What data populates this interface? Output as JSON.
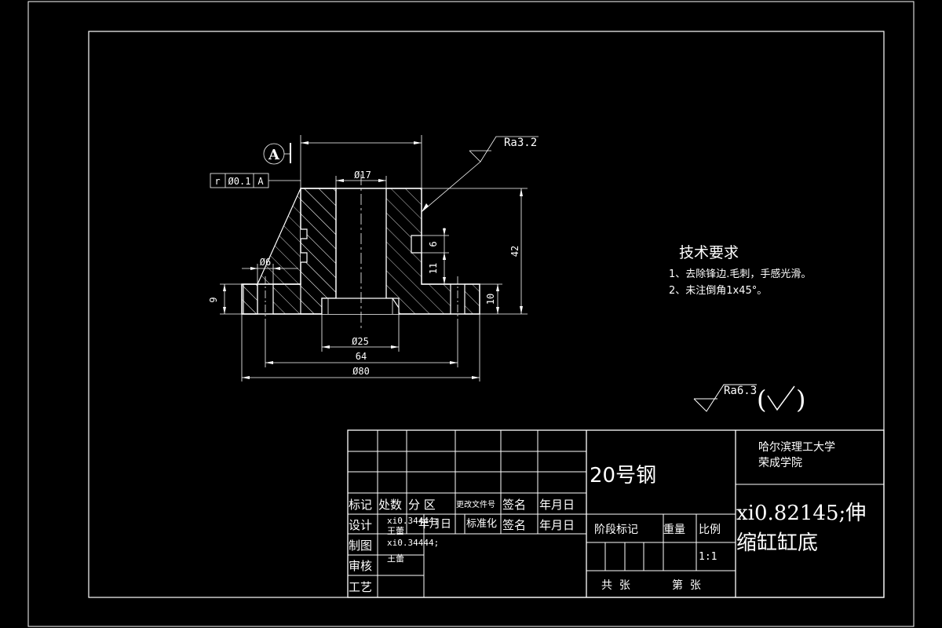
{
  "part_drawing": {
    "datum_label": "A",
    "tolerance_frame": {
      "symbol": "r",
      "value": "Ø0.1",
      "datum": "A"
    },
    "roughness_main": "Ra3.2",
    "dimensions": {
      "d17": "Ø17",
      "d6": "Ø6",
      "h6": "6",
      "h11": "11",
      "h42": "42",
      "h9": "9",
      "h10": "10",
      "d25": "Ø25",
      "l64": "64",
      "d80": "Ø80"
    }
  },
  "tech_requirements": {
    "title": "技术要求",
    "items": [
      "1、去除锋边.毛刺，手感光滑。",
      "2、未注倒角1x45°。"
    ]
  },
  "roughness_other": {
    "value": "Ra6.3",
    "paren_open": "(",
    "paren_close": ")"
  },
  "title_block": {
    "material": "20号钢",
    "school_line1": "哈尔滨理工大学",
    "school_line2": "荣成学院",
    "drawing_name_line1": "xi0.82145;伸",
    "drawing_name_line2": "缩缸缸底",
    "header_row": [
      "标记",
      "处数",
      "分 区",
      "更改文件号",
      "签名",
      "年月日"
    ],
    "row_design": {
      "label": "设计",
      "code": "xi0.34444;",
      "name": "王蕾",
      "date": "年月日",
      "std_label": "标准化",
      "sign": "签名",
      "date2": "年月日"
    },
    "row_draw": {
      "label": "制图",
      "code": "xi0.34444;",
      "name": "王蕾"
    },
    "row_review": {
      "label": "审核"
    },
    "row_process": {
      "label": "工艺"
    },
    "stage_mark": "阶段标记",
    "weight": "重量",
    "scale_label": "比例",
    "scale_value": "1:1",
    "total_sheets": "共  张",
    "sheet_no": "第  张"
  }
}
